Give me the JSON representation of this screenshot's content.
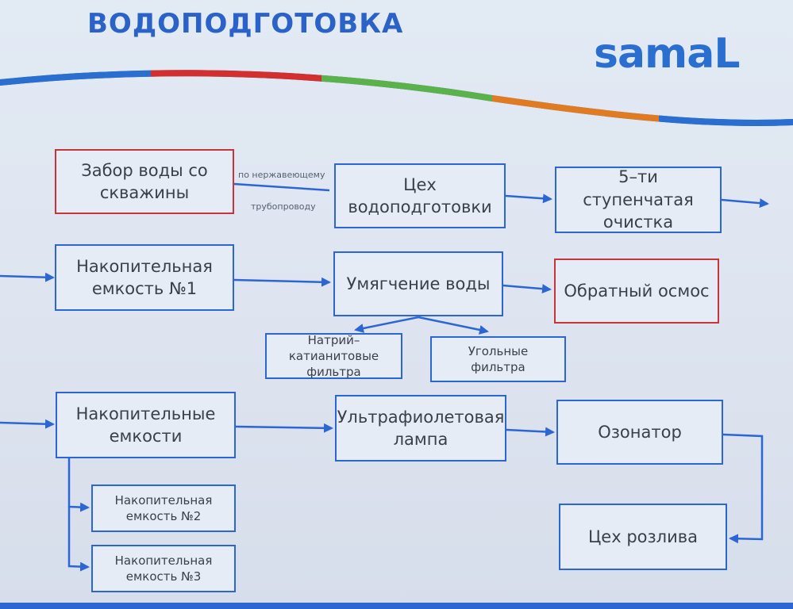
{
  "header": {
    "title": "ВОДОПОДГОТОВКА",
    "logo_text": "samaL",
    "stripe_colors": [
      "#2a6fd0",
      "#d42f2f",
      "#5cb24a",
      "#e07b22",
      "#2a6fd0"
    ]
  },
  "colors": {
    "accent": "#2b66d4",
    "highlight": "#c9333a",
    "text": "#3b3f48"
  },
  "nodes": {
    "intake": "Забор воды со скважины",
    "treatment_shop": "Цех водоподготовки",
    "five_stage": "5–ти ступенчатая очистка",
    "tank1": "Накопительная емкость №1",
    "softening": "Умягчение воды",
    "reverse_osmosis": "Обратный осмос",
    "sodium_filters": "Натрий–катианитовые фильтра",
    "carbon_filters": "Угольные фильтра",
    "tanks": "Накопительные емкости",
    "uv_lamp": "Ультрафиолетовая лампа",
    "ozonator": "Озонатор",
    "tank2": "Накопительная емкость №2",
    "tank3": "Накопительная емкость №3",
    "bottling": "Цех розлива"
  },
  "edge_labels": {
    "pipe_top": "по нержавеющему",
    "pipe_bottom": "трубопроводу"
  }
}
